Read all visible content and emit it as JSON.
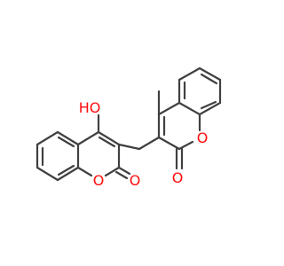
{
  "molecule": {
    "atom_labels": {
      "hydroxyl": "HO",
      "ring_oxygen_left": "O",
      "carbonyl_oxygen_left": "O",
      "ring_oxygen_right": "O",
      "carbonyl_oxygen_right": "O"
    },
    "colors": {
      "bond": "#404040",
      "oxygen": "#ff0d0d",
      "background": "#ffffff"
    }
  }
}
